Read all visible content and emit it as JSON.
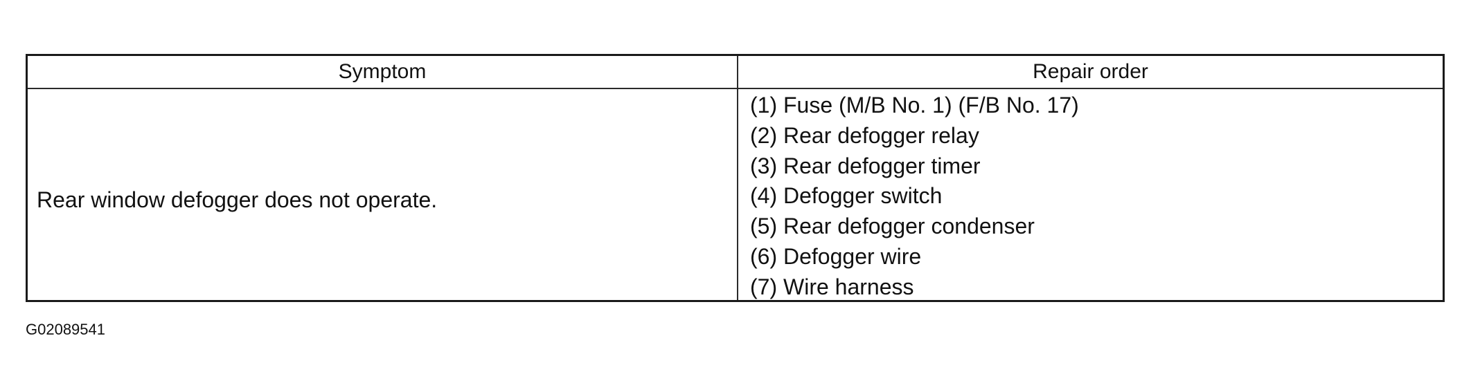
{
  "table": {
    "headers": {
      "symptom": "Symptom",
      "repair_order": "Repair order"
    },
    "rows": [
      {
        "symptom": "Rear window defogger does not operate.",
        "repair_order": [
          "(1) Fuse (M/B No. 1) (F/B No. 17)",
          "(2) Rear defogger relay",
          "(3) Rear defogger timer",
          "(4) Defogger switch",
          "(5) Rear defogger condenser",
          "(6) Defogger wire",
          "(7) Wire harness"
        ]
      }
    ]
  },
  "caption": "G02089541"
}
